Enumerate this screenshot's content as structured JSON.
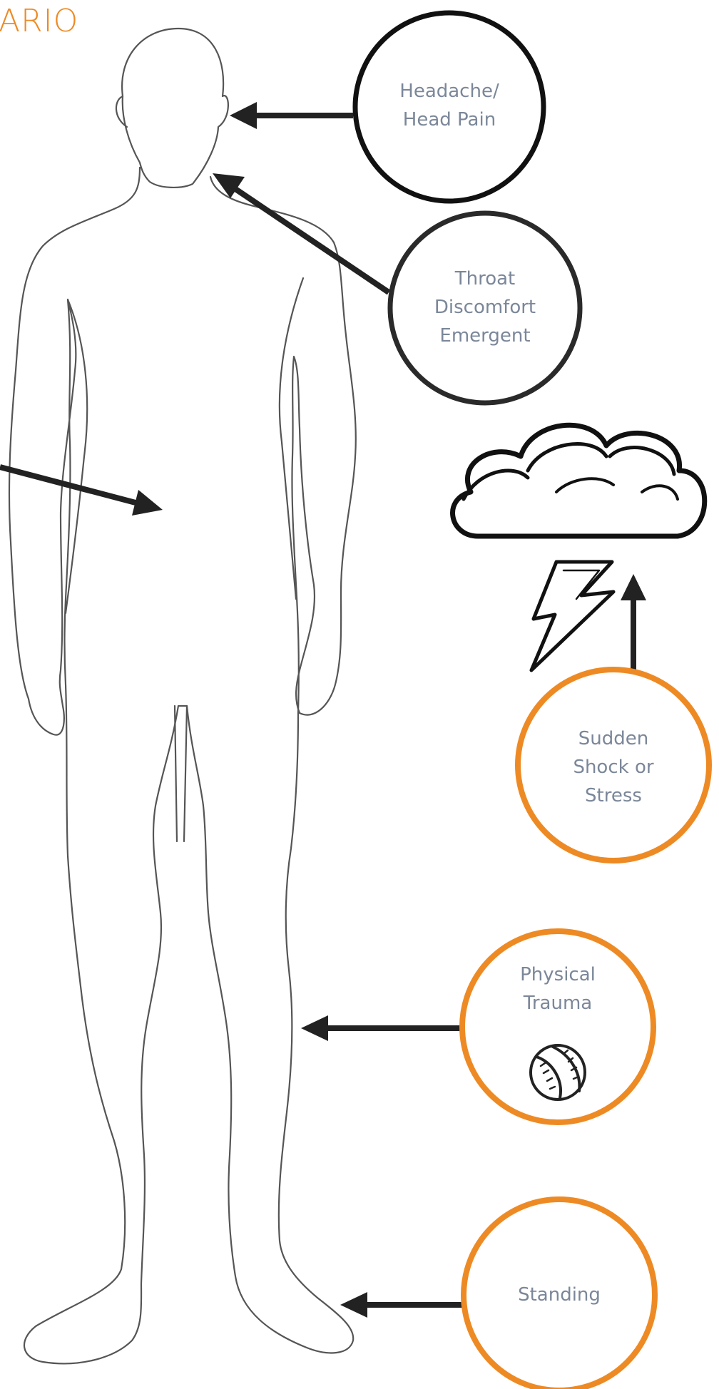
{
  "colors": {
    "accent": "#ee8a24",
    "ink": "#1f1f22",
    "text": "#7b8799",
    "outline": "#5a5a5a"
  },
  "title": {
    "text": "ARIO"
  },
  "figure": {
    "name": "human-body-outline"
  },
  "labels": {
    "headache": [
      "Headache/",
      "Head Pain"
    ],
    "throat": [
      "Throat",
      "Discomfort",
      "Emergent"
    ],
    "shock": [
      "Sudden",
      "Shock or",
      "Stress"
    ],
    "trauma": [
      "Physical",
      "Trauma"
    ],
    "standing": [
      "Standing"
    ]
  },
  "icons": {
    "storm": "storm-cloud-lightning-icon",
    "ball": "baseball-icon"
  }
}
